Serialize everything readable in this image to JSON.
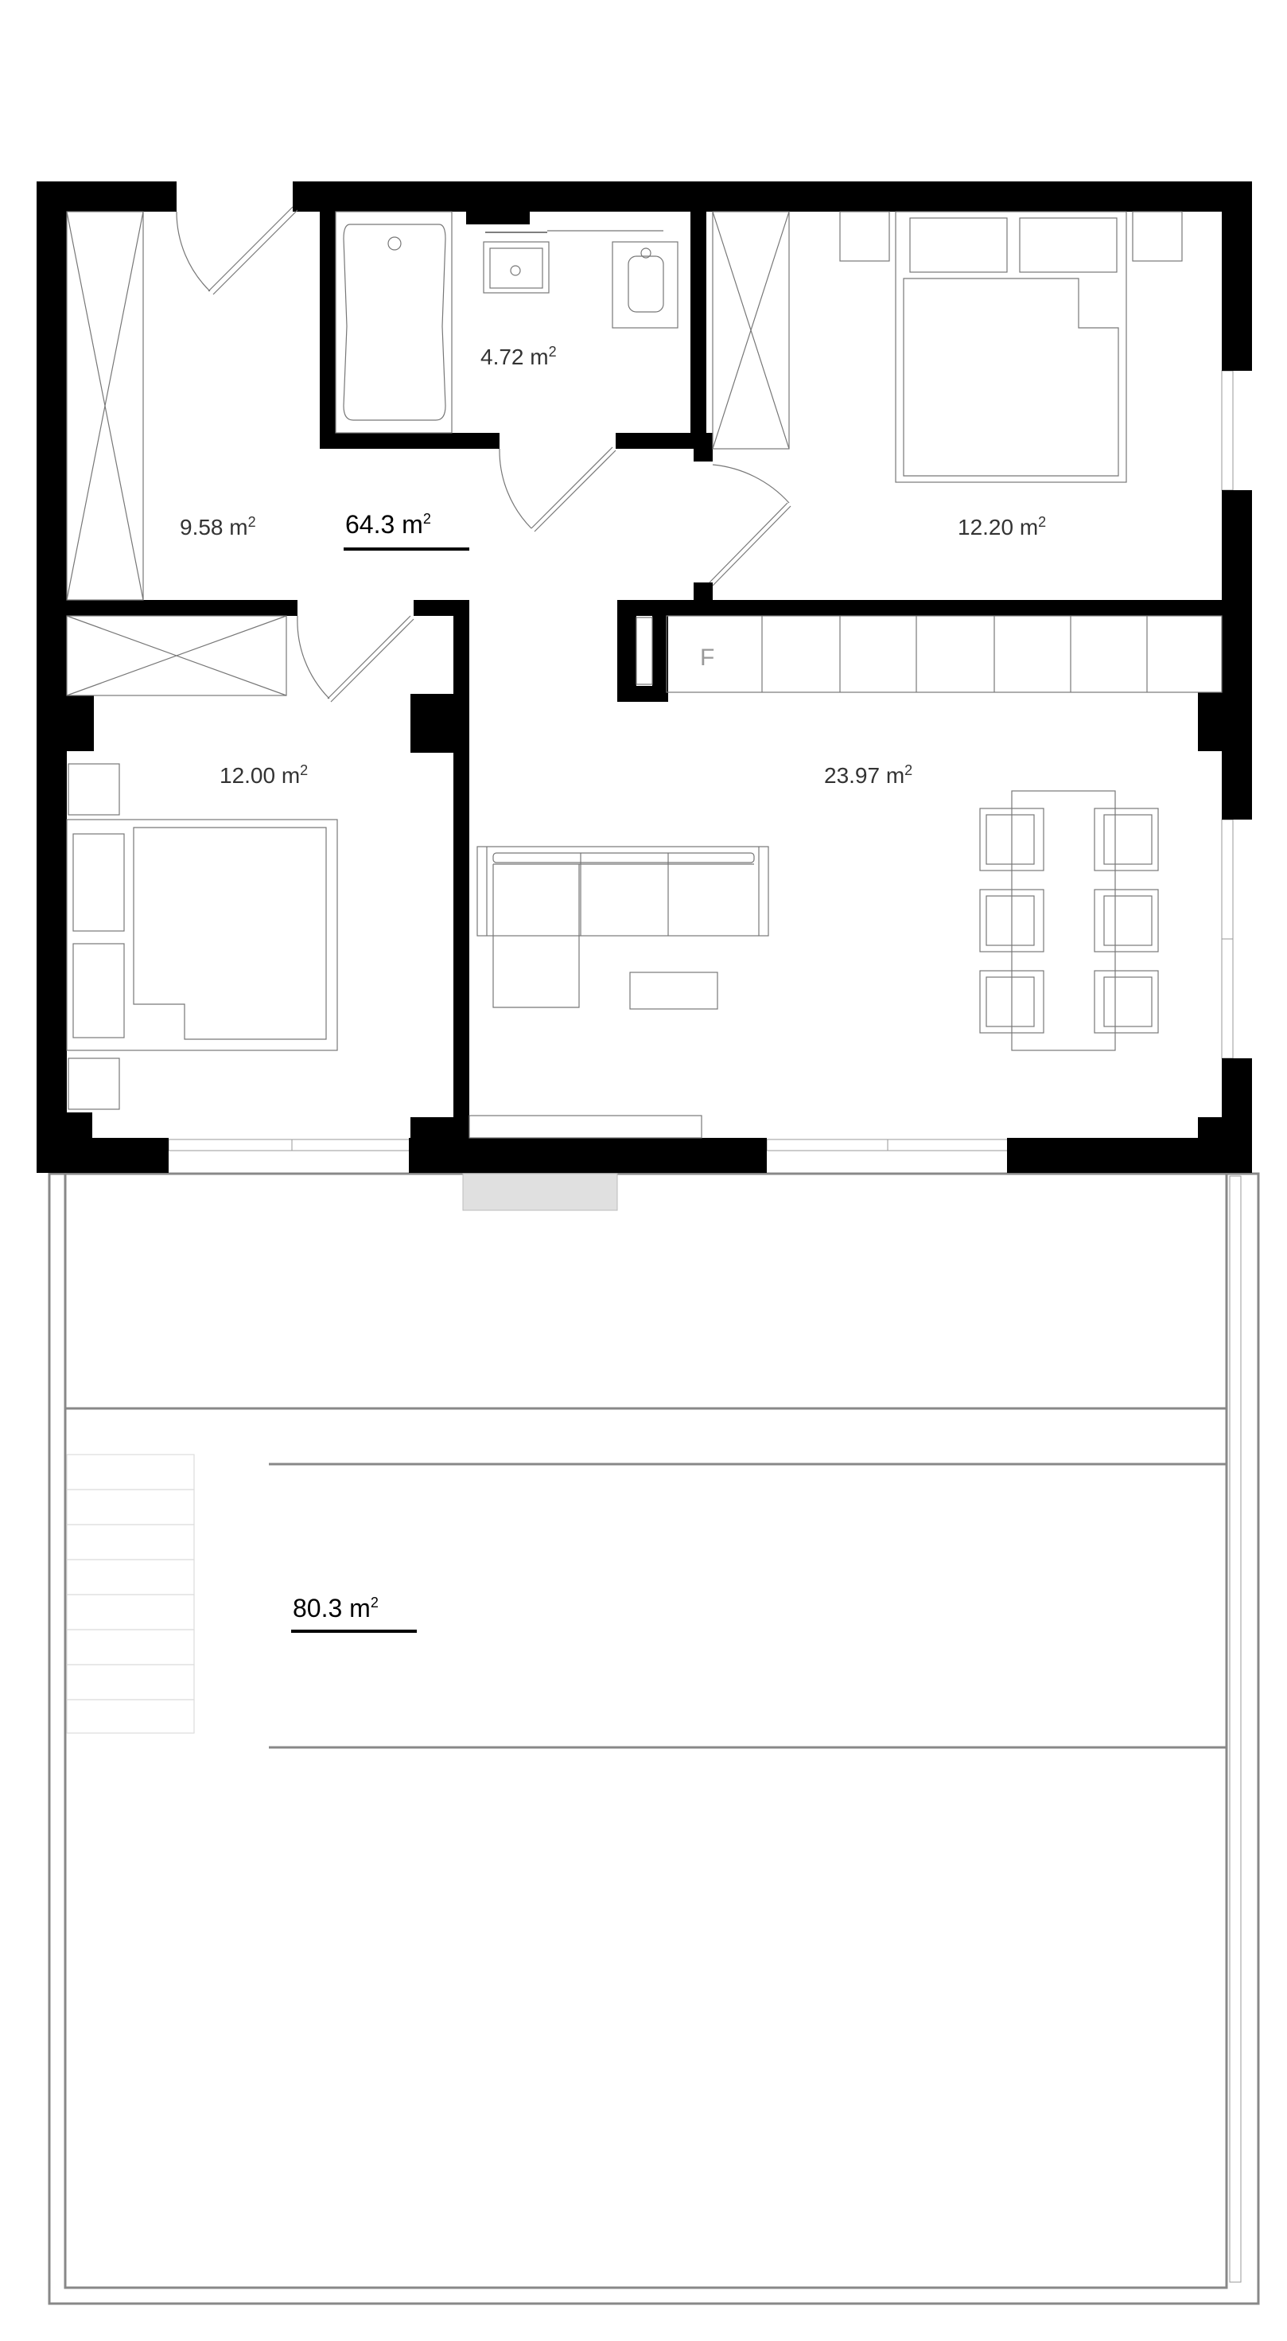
{
  "plan": {
    "totals": {
      "apartment": "64.3 m",
      "terrace": "80.3 m",
      "unit_sup": "2"
    },
    "rooms": {
      "hall": "9.58 m",
      "bathroom": "4.72 m",
      "bedroom_main": "12.20 m",
      "bedroom_second": "12.00 m",
      "living": "23.97 m"
    },
    "fridge_label": "F",
    "colors": {
      "walls": "#000000",
      "furniture": "#777777",
      "terrace_lines": "#888888",
      "step": "#e0e0e0"
    },
    "icons": [
      "door-swing-icon",
      "bathtub-icon",
      "sink-icon",
      "toilet-icon",
      "bed-icon",
      "sofa-icon",
      "dining-table-icon"
    ]
  }
}
